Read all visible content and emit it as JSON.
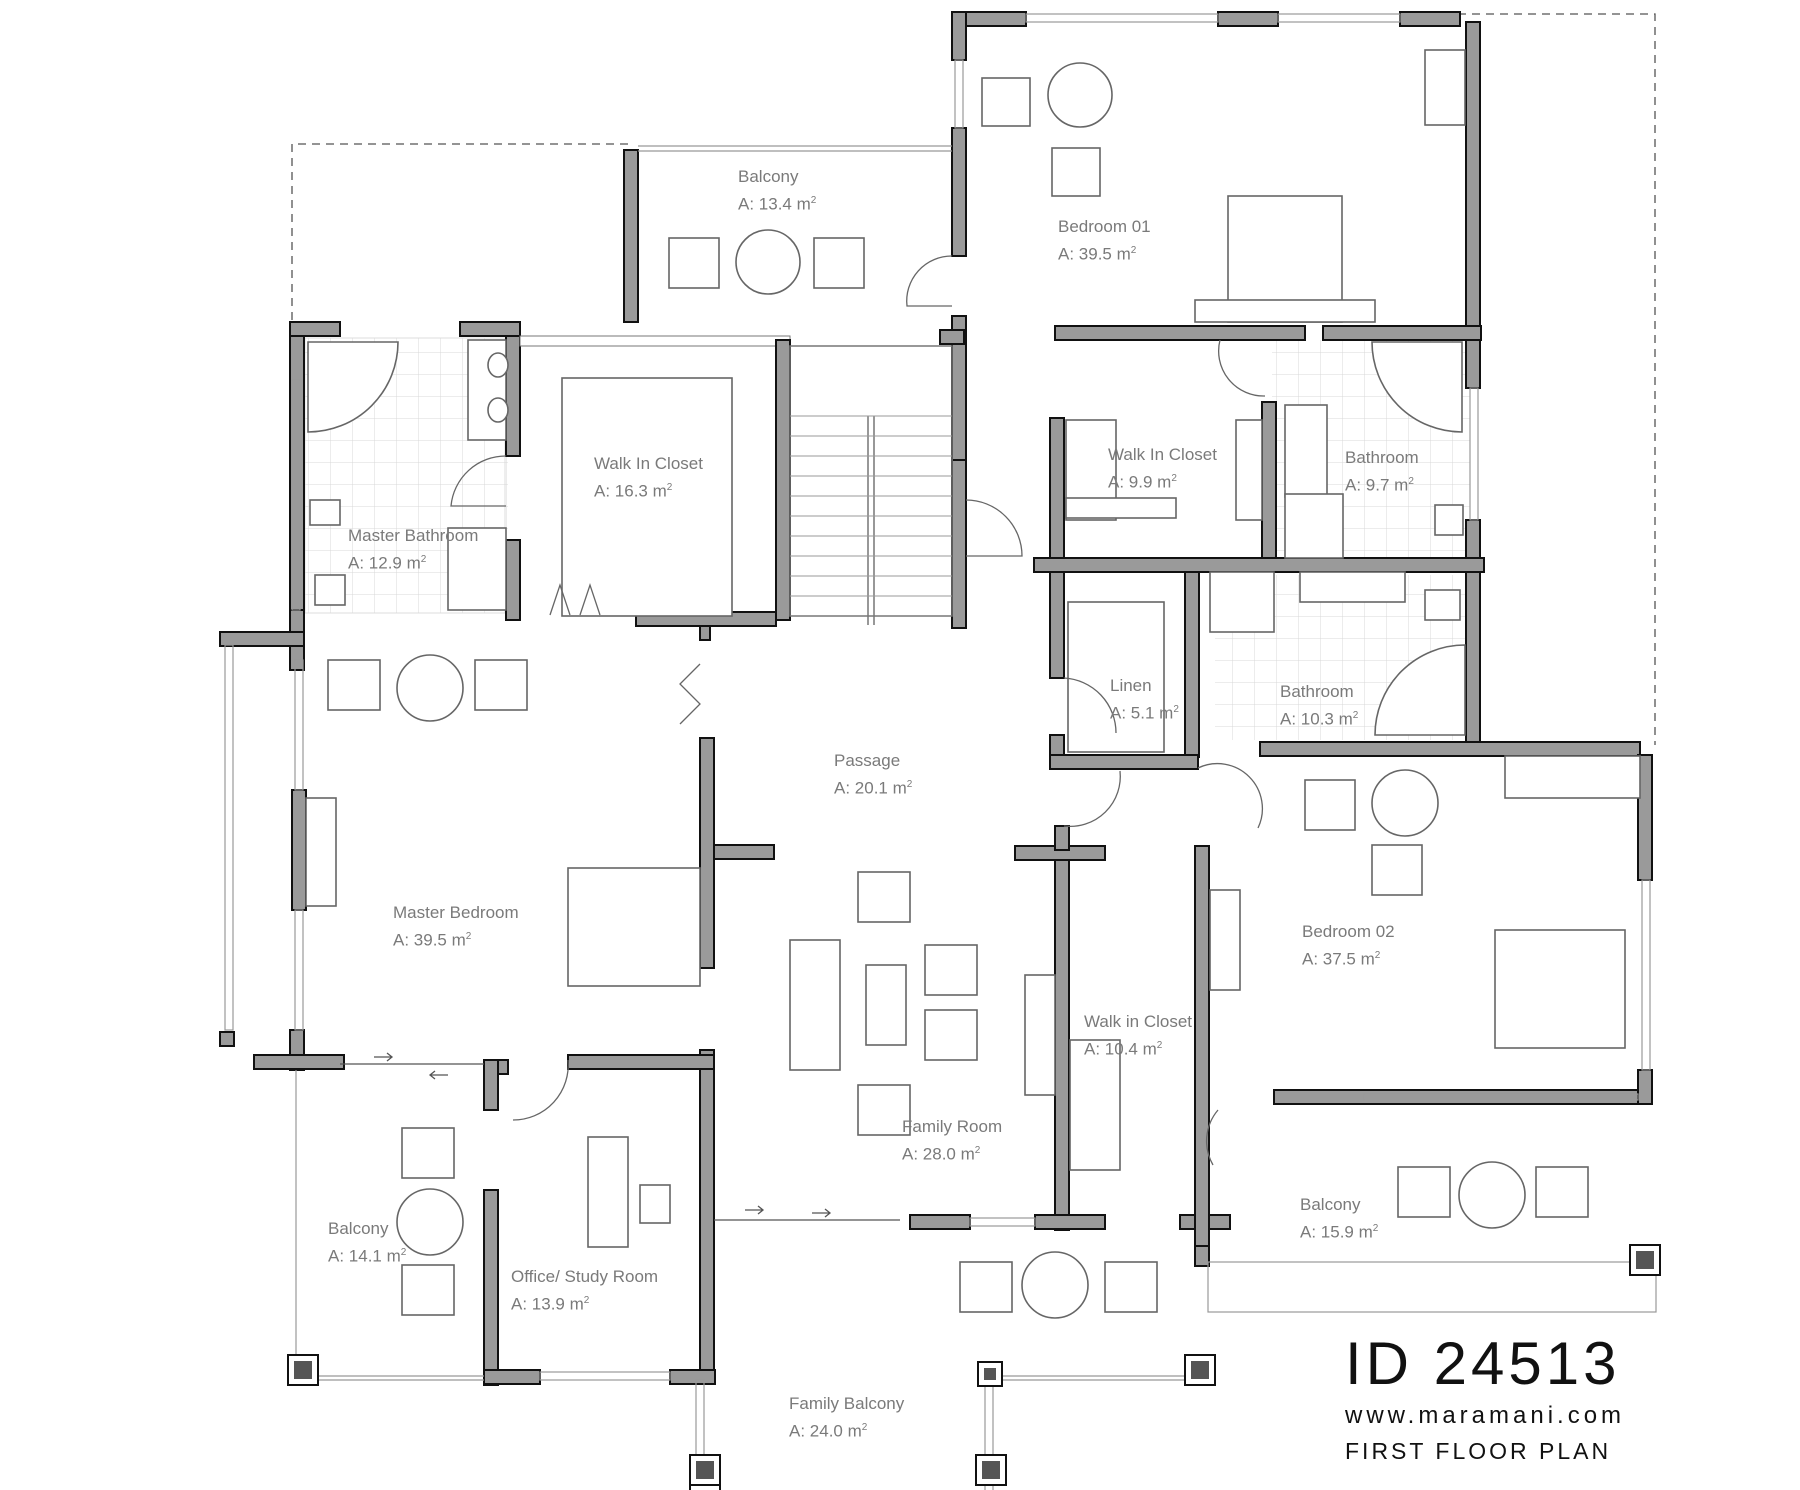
{
  "title_block": {
    "id": "ID 24513",
    "website": "www.maramani.com",
    "plan_name": "FIRST FLOOR PLAN"
  },
  "rooms": [
    {
      "key": "balcony_top",
      "name": "Balcony",
      "area": "A: 13.4 m",
      "unit_sup": "2"
    },
    {
      "key": "bedroom_01",
      "name": "Bedroom 01",
      "area": "A: 39.5 m",
      "unit_sup": "2"
    },
    {
      "key": "master_bathroom",
      "name": "Master Bathroom",
      "area": "A: 12.9 m",
      "unit_sup": "2"
    },
    {
      "key": "walk_in_closet_master",
      "name": "Walk In Closet",
      "area": "A: 16.3 m",
      "unit_sup": "2"
    },
    {
      "key": "walk_in_closet_b1",
      "name": "Walk In Closet",
      "area": "A: 9.9 m",
      "unit_sup": "2"
    },
    {
      "key": "bathroom_b1",
      "name": "Bathroom",
      "area": "A: 9.7 m",
      "unit_sup": "2"
    },
    {
      "key": "linen",
      "name": "Linen",
      "area": "A: 5.1 m",
      "unit_sup": "2"
    },
    {
      "key": "bathroom_b2",
      "name": "Bathroom",
      "area": "A: 10.3 m",
      "unit_sup": "2"
    },
    {
      "key": "passage",
      "name": "Passage",
      "area": "A: 20.1 m",
      "unit_sup": "2"
    },
    {
      "key": "master_bedroom",
      "name": "Master Bedroom",
      "area": "A: 39.5 m",
      "unit_sup": "2"
    },
    {
      "key": "bedroom_02",
      "name": "Bedroom 02",
      "area": "A: 37.5 m",
      "unit_sup": "2"
    },
    {
      "key": "walk_in_closet_b2",
      "name": "Walk in Closet",
      "area": "A: 10.4 m",
      "unit_sup": "2"
    },
    {
      "key": "family_room",
      "name": "Family Room",
      "area": "A: 28.0 m",
      "unit_sup": "2"
    },
    {
      "key": "balcony_left",
      "name": "Balcony",
      "area": "A: 14.1 m",
      "unit_sup": "2"
    },
    {
      "key": "office_study",
      "name": "Office/ Study Room",
      "area": "A: 13.9 m",
      "unit_sup": "2"
    },
    {
      "key": "balcony_right",
      "name": "Balcony",
      "area": "A: 15.9 m",
      "unit_sup": "2"
    },
    {
      "key": "family_balcony",
      "name": "Family Balcony",
      "area": "A: 24.0 m",
      "unit_sup": "2"
    }
  ],
  "colors": {
    "wall_fill": "#9a9a9a",
    "wall_stroke": "#111111",
    "label_text": "#7a7a7a",
    "title_text": "#111111"
  }
}
